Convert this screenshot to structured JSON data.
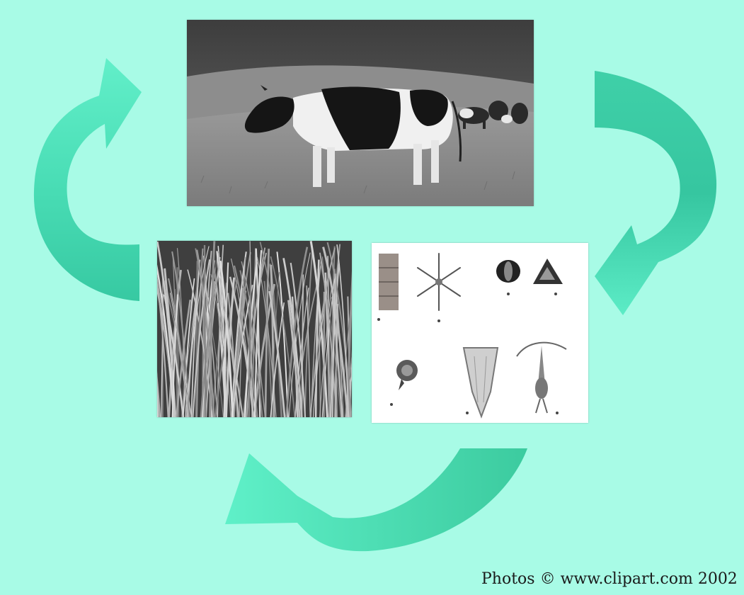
{
  "colors": {
    "background": "#a8fbe6",
    "arrow_fill": "#4fe6bd",
    "arrow_shade": "#35c9a1"
  },
  "diagram": {
    "nodes": [
      {
        "id": "cow",
        "icon": "cow-photo-icon"
      },
      {
        "id": "grass",
        "icon": "grass-photo-icon"
      },
      {
        "id": "plankton",
        "icon": "plankton-photo-icon"
      }
    ],
    "arrows": [
      {
        "from": "grass",
        "to": "cow",
        "icon": "curved-arrow-icon"
      },
      {
        "from": "cow",
        "to": "plankton",
        "icon": "curved-arrow-icon"
      },
      {
        "from": "plankton",
        "to": "grass",
        "icon": "curved-arrow-icon"
      }
    ]
  },
  "credit": {
    "text": "Photos © www.clipart.com 2002"
  }
}
